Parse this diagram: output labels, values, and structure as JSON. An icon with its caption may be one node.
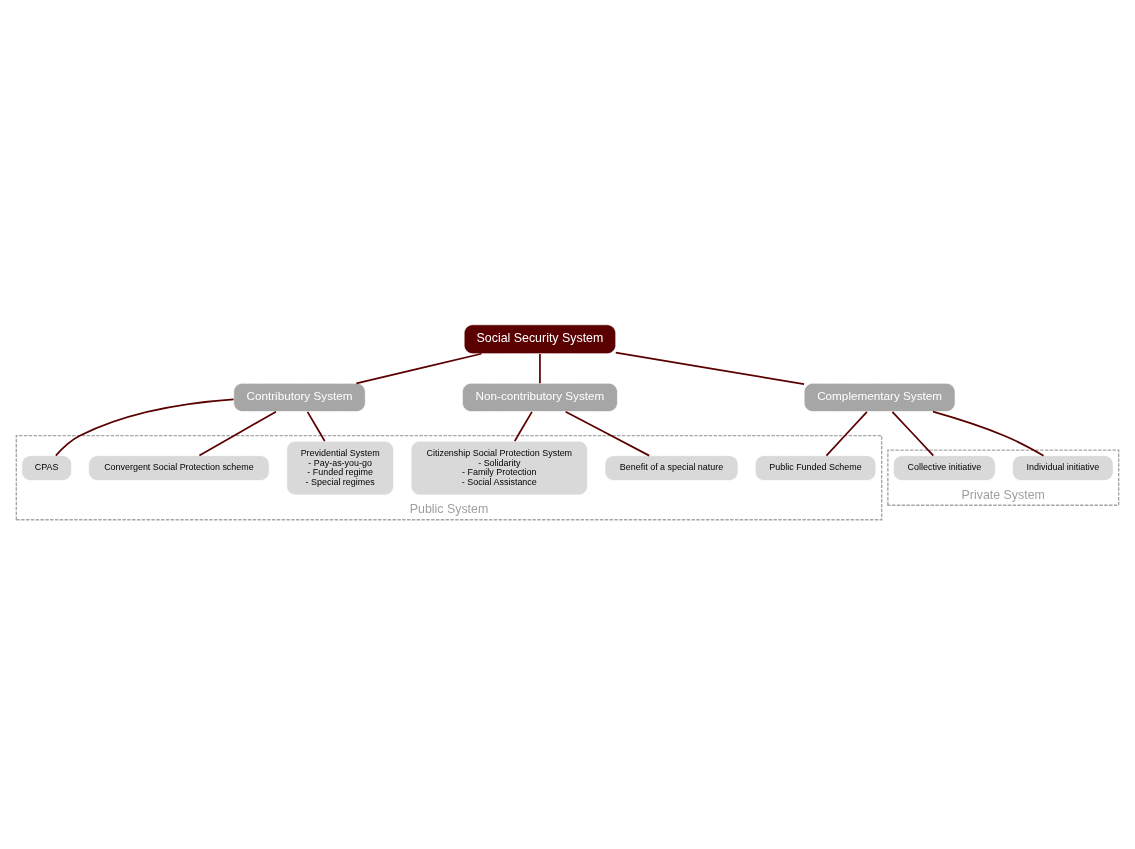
{
  "diagram": {
    "nodes": [
      {
        "text": [
          "Social Security System"
        ]
      },
      {
        "text": [
          "Contributory System"
        ]
      },
      {
        "text": [
          "Non-contributory System"
        ]
      },
      {
        "text": [
          "Complementary System"
        ]
      },
      {
        "text": [
          "Public System"
        ]
      },
      {
        "text": [
          "Previdential System",
          "- Pay-as-you-go",
          "- Funded regime",
          "- Special regimes"
        ],
        "in": 4
      },
      {
        "text": [
          "Citizenship Social Protection System",
          "- Solidarity",
          "- Family Protection",
          "- Social Assistance"
        ],
        "in": 4
      },
      {
        "text": [
          "Public Funded Scheme"
        ],
        "in": 4
      },
      {
        "text": [
          "Convergent Social Protection scheme"
        ],
        "in": 4
      },
      {
        "text": [
          "Benefit of a special nature"
        ],
        "in": 4
      },
      {
        "text": [
          "CPAS"
        ],
        "in": 4
      },
      {
        "text": [
          "Private System"
        ]
      },
      {
        "text": [
          "Individual initiative"
        ],
        "in": 11
      },
      {
        "text": [
          "Collective initiative"
        ],
        "in": 11
      }
    ],
    "edges": [
      {
        "from": 0,
        "to": 1,
        "arrow": "none"
      },
      {
        "from": 0,
        "to": 2,
        "arrow": "none"
      },
      {
        "from": 0,
        "to": 3,
        "arrow": "none"
      },
      {
        "from": 1,
        "to": 5,
        "arrow": "none"
      },
      {
        "from": 1,
        "to": 8,
        "arrow": "none"
      },
      {
        "from": 1,
        "to": 10,
        "arrow": "none"
      },
      {
        "from": 2,
        "to": 6,
        "arrow": "none"
      },
      {
        "from": 2,
        "to": 9,
        "arrow": "none"
      },
      {
        "from": 3,
        "to": 7,
        "arrow": "none"
      },
      {
        "from": 3,
        "to": 12,
        "arrow": "none"
      },
      {
        "from": 3,
        "to": 13,
        "arrow": "none"
      }
    ]
  }
}
